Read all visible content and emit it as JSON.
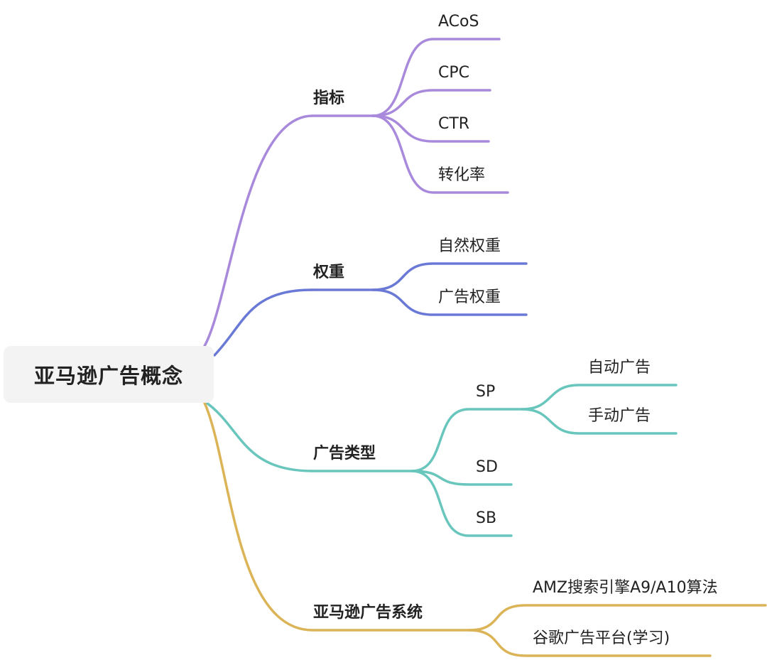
{
  "root": {
    "label": "亚马逊广告概念"
  },
  "colors": {
    "purple": "#a889dc",
    "blue": "#6a79d6",
    "teal": "#69c6bd",
    "gold": "#dcb458"
  },
  "branches": [
    {
      "label": "指标",
      "color_key": "purple",
      "children": [
        {
          "label": "ACoS"
        },
        {
          "label": "CPC"
        },
        {
          "label": "CTR"
        },
        {
          "label": "转化率"
        }
      ]
    },
    {
      "label": "权重",
      "color_key": "blue",
      "children": [
        {
          "label": "自然权重"
        },
        {
          "label": "广告权重"
        }
      ]
    },
    {
      "label": "广告类型",
      "color_key": "teal",
      "children": [
        {
          "label": "SP",
          "children": [
            {
              "label": "自动广告"
            },
            {
              "label": "手动广告"
            }
          ]
        },
        {
          "label": "SD"
        },
        {
          "label": "SB"
        }
      ]
    },
    {
      "label": "亚马逊广告系统",
      "color_key": "gold",
      "children": [
        {
          "label": "AMZ搜索引擎A9/A10算法"
        },
        {
          "label": "谷歌广告平台(学习)"
        }
      ]
    }
  ]
}
